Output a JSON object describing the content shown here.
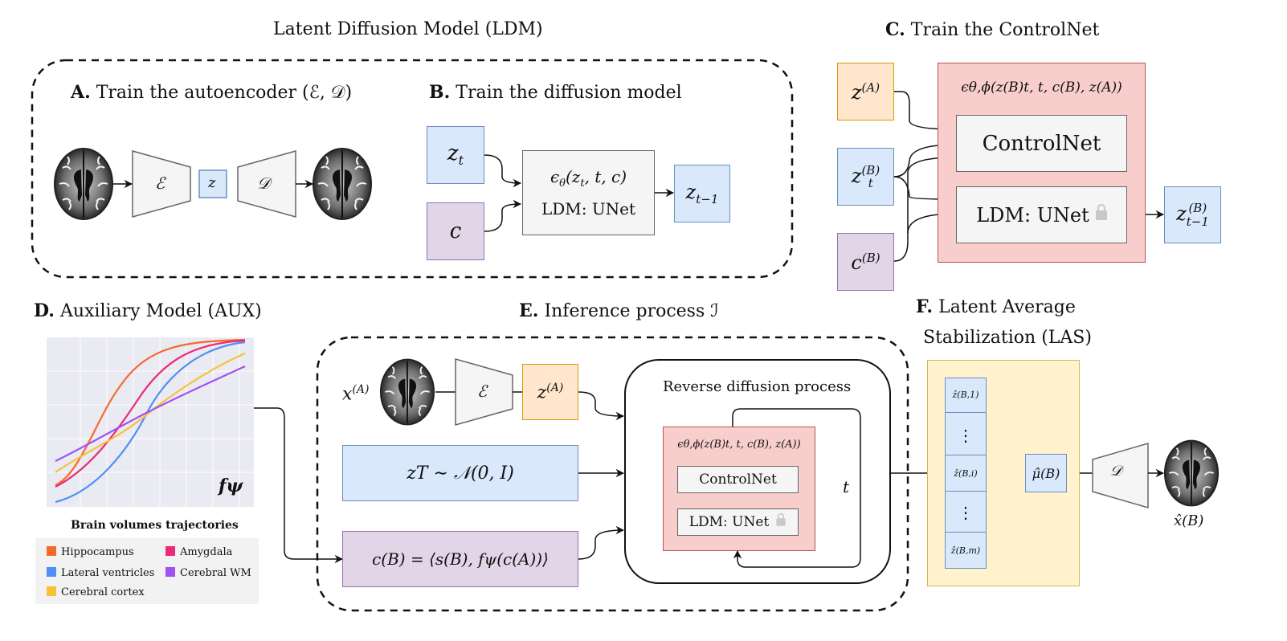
{
  "titles": {
    "ldm": "Latent Diffusion Model (LDM)",
    "a_bold": "A.",
    "a_text": "Train the autoencoder (ℰ, 𝒟)",
    "b_bold": "B.",
    "b_text": "Train the diffusion model",
    "c_bold": "C.",
    "c_text": "Train the ControlNet",
    "d_bold": "D.",
    "d_text": "Auxiliary Model  (AUX)",
    "e_bold": "E.",
    "e_text": "Inference process ℐ",
    "f_bold": "F.",
    "f_text_1": "Latent Average",
    "f_text_2": "Stabilization (LAS)"
  },
  "panel_a": {
    "encoder": "ℰ",
    "latent": "z",
    "decoder": "𝒟"
  },
  "panel_b": {
    "zt": "z",
    "zt_sub": "t",
    "c": "c",
    "eps": "ϵ",
    "eps_sub": "θ",
    "eps_args": "(z",
    "eps_args_sub": "t",
    "eps_args_rest": ", t, c)",
    "unet": "LDM: UNet",
    "zt1": "z",
    "zt1_sub": "t−1"
  },
  "panel_c": {
    "zA": "z",
    "zA_sup": "(A)",
    "zB": "z",
    "zB_sup": "(B)",
    "zB_sub": "t",
    "cB": "c",
    "cB_sup": "(B)",
    "eps_label": "ϵθ,ϕ(z(B)t, t, c(B), z(A))",
    "controlnet": "ControlNet",
    "unet": "LDM: UNet",
    "out": "z",
    "out_sup": "(B)",
    "out_sub": "t−1"
  },
  "panel_d": {
    "fpsi": "fψ",
    "caption": "Brain volumes trajectories",
    "legend": [
      {
        "label": "Hippocampus",
        "color": "#f5692b"
      },
      {
        "label": "Amygdala",
        "color": "#ea2b7a"
      },
      {
        "label": "Lateral ventricles",
        "color": "#4f8ff7"
      },
      {
        "label": "Cerebral WM",
        "color": "#a052f0"
      },
      {
        "label": "Cerebral cortex",
        "color": "#f6c23a"
      }
    ]
  },
  "panel_e": {
    "xA": "x",
    "xA_sup": "(A)",
    "encoder": "ℰ",
    "zA": "z",
    "zA_sup": "(A)",
    "zT": "zT ∼ 𝒩(0, I)",
    "cB": "c(B) = ⟨s(B), fψ(c(A))⟩",
    "reverse": "Reverse diffusion process",
    "eps_label": "ϵθ,ϕ(z(B)t, t, c(B), z(A))",
    "controlnet": "ControlNet",
    "unet": "LDM: UNet",
    "t": "t"
  },
  "panel_f": {
    "z1": "ẑ(B,1)",
    "dots1": "⋮",
    "zi": "ẑ(B,i)",
    "dots2": "⋮",
    "zm": "ẑ(B,m)",
    "mu": "μ̂(B)",
    "decoder": "𝒟",
    "xhat": "x̂(B)"
  },
  "colors": {
    "blue": "#dae8fc",
    "orange": "#ffe6cc",
    "purple": "#e1d5e7",
    "gray": "#f5f5f5",
    "red": "#f8cecc",
    "yellow": "#fff2cc",
    "dot": "#c0504d"
  }
}
